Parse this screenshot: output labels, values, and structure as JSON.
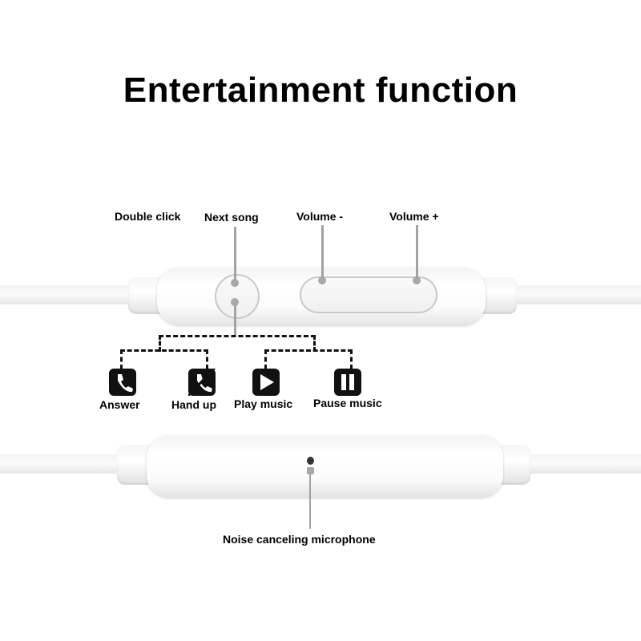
{
  "title": "Entertainment function",
  "top_labels": {
    "double_click": "Double click",
    "next_song": "Next song",
    "volume_minus": "Volume -",
    "volume_plus": "Volume +"
  },
  "functions": [
    {
      "label": "Answer",
      "icon": "phone-icon"
    },
    {
      "label": "Hand up",
      "icon": "phone-hangup-icon"
    },
    {
      "label": "Play music",
      "icon": "play-icon"
    },
    {
      "label": "Pause music",
      "icon": "pause-icon"
    }
  ],
  "bottom_label": "Noise canceling microphone",
  "colors": {
    "text": "#000000",
    "leader_line": "#a3a3a3",
    "icon_bg": "#111111",
    "body": "#ffffff"
  }
}
